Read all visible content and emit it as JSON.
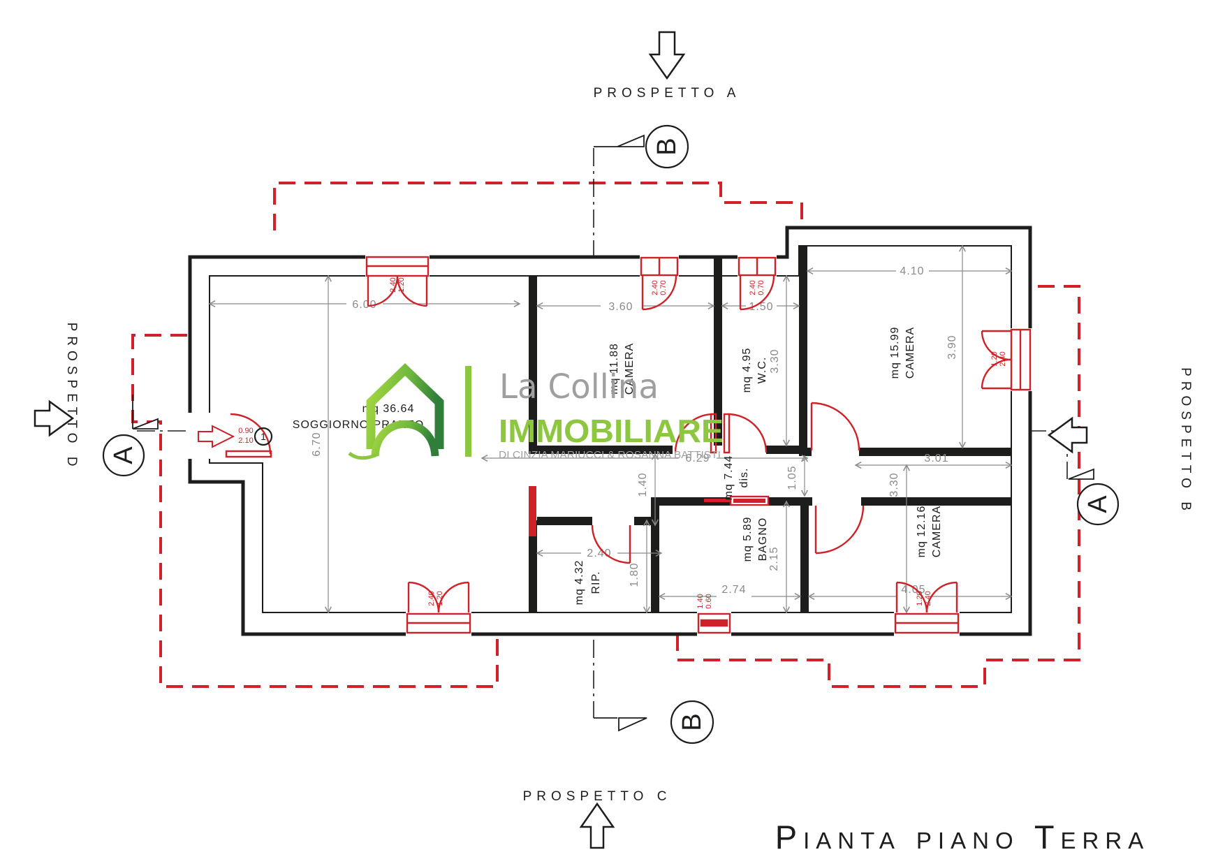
{
  "title": "Pianta piano Terra",
  "logo": {
    "name": "La Collina",
    "brand": "IMMOBILIARE",
    "tagline": "DI CINZIA MARIUCCI & ROSANNA BATTISTI"
  },
  "colors": {
    "accent_red": "#cf2127",
    "logo_green": "#8dc63f",
    "logo_green_dark": "#2f7e3a",
    "wall_black": "#1d1d1b",
    "dim_gray": "#8a8a8a"
  },
  "elevations": {
    "top": "PROSPETTO A",
    "right": "PROSPETTO B",
    "bottom": "PROSPETTO C",
    "left": "PROSPETTO D"
  },
  "sections": {
    "vertical": "B",
    "horizontal": "A"
  },
  "rooms": [
    {
      "area": "mq 36.64",
      "name": "SOGGIORNO-PRANZO"
    },
    {
      "area": "mq 11.88",
      "name": "CAMERA"
    },
    {
      "area": "mq 4.95",
      "name": "W.C."
    },
    {
      "area": "mq 15.99",
      "name": "CAMERA"
    },
    {
      "area": "mq 7.44",
      "name": "dis."
    },
    {
      "area": "mq 5.89",
      "name": "BAGNO"
    },
    {
      "area": "mq 12.16",
      "name": "CAMERA"
    },
    {
      "area": "mq 4.32",
      "name": "RIP."
    }
  ],
  "dims": {
    "soggiorno_w": "6.00",
    "soggiorno_h": "6.70",
    "camera1_w": "3.60",
    "wc_w": "1.50",
    "wc_h": "3.30",
    "camera2_w": "4.10",
    "camera2_h": "3.90",
    "disimpegno_l": "6.29",
    "disimpegno_w1": "1.40",
    "disimpegno_w2": "1.05",
    "camera3_entry": "3.01",
    "camera3_w": "4.05",
    "camera3_h": "3.30",
    "rip_w": "2.40",
    "rip_h": "1.80",
    "bagno_w": "2.74",
    "bagno_h": "2.15"
  },
  "openings": {
    "entrance_door": {
      "w": "0.90",
      "h": "2.10",
      "num": "1"
    },
    "window_soggiorno_top": {
      "a": "2.40",
      "b": "1.20"
    },
    "window_camera1_top": {
      "a": "2.40",
      "b": "0.70"
    },
    "window_wc_top": {
      "a": "2.40",
      "b": "0.70"
    },
    "window_camera2_right": {
      "a": "1.20",
      "b": "2.40"
    },
    "window_soggiorno_bottom": {
      "a": "2.40",
      "b": "1.20"
    },
    "window_bagno_bottom": {
      "a": "1.40",
      "b": "0.60"
    },
    "window_camera3_bottom": {
      "a": "1.20",
      "b": "2.40"
    }
  }
}
